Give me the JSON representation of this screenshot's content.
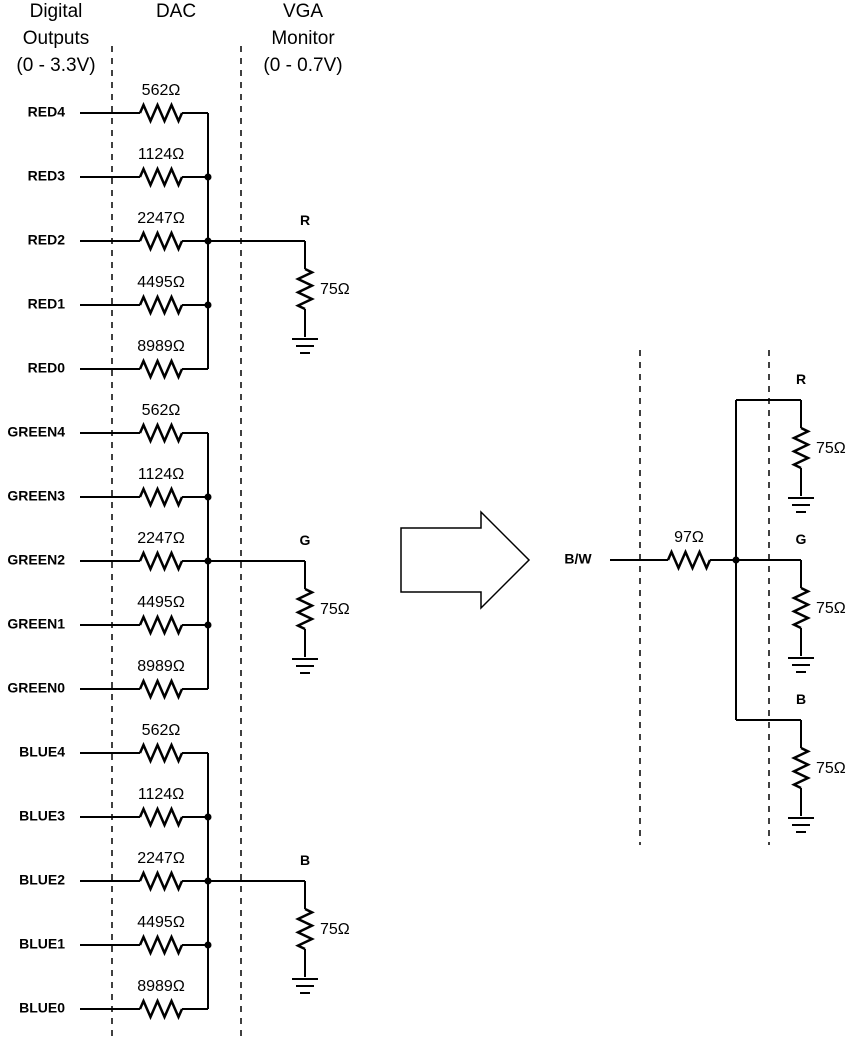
{
  "headers": {
    "digital_outputs": [
      "Digital",
      "Outputs",
      "(0 - 3.3V)"
    ],
    "dac": [
      "DAC"
    ],
    "vga_monitor": [
      "VGA",
      "Monitor",
      "(0 - 0.7V)"
    ]
  },
  "groups": [
    {
      "channel": "R",
      "load": "75Ω",
      "inputs": [
        {
          "name": "RED4",
          "resistor": "562Ω"
        },
        {
          "name": "RED3",
          "resistor": "1124Ω"
        },
        {
          "name": "RED2",
          "resistor": "2247Ω"
        },
        {
          "name": "RED1",
          "resistor": "4495Ω"
        },
        {
          "name": "RED0",
          "resistor": "8989Ω"
        }
      ]
    },
    {
      "channel": "G",
      "load": "75Ω",
      "inputs": [
        {
          "name": "GREEN4",
          "resistor": "562Ω"
        },
        {
          "name": "GREEN3",
          "resistor": "1124Ω"
        },
        {
          "name": "GREEN2",
          "resistor": "2247Ω"
        },
        {
          "name": "GREEN1",
          "resistor": "4495Ω"
        },
        {
          "name": "GREEN0",
          "resistor": "8989Ω"
        }
      ]
    },
    {
      "channel": "B",
      "load": "75Ω",
      "inputs": [
        {
          "name": "BLUE4",
          "resistor": "562Ω"
        },
        {
          "name": "BLUE3",
          "resistor": "1124Ω"
        },
        {
          "name": "BLUE2",
          "resistor": "2247Ω"
        },
        {
          "name": "BLUE1",
          "resistor": "4495Ω"
        },
        {
          "name": "BLUE0",
          "resistor": "8989Ω"
        }
      ]
    }
  ],
  "bw_circuit": {
    "input": "B/W",
    "series_resistor": "97Ω",
    "outputs": [
      {
        "channel": "R",
        "load": "75Ω"
      },
      {
        "channel": "G",
        "load": "75Ω"
      },
      {
        "channel": "B",
        "load": "75Ω"
      }
    ]
  }
}
